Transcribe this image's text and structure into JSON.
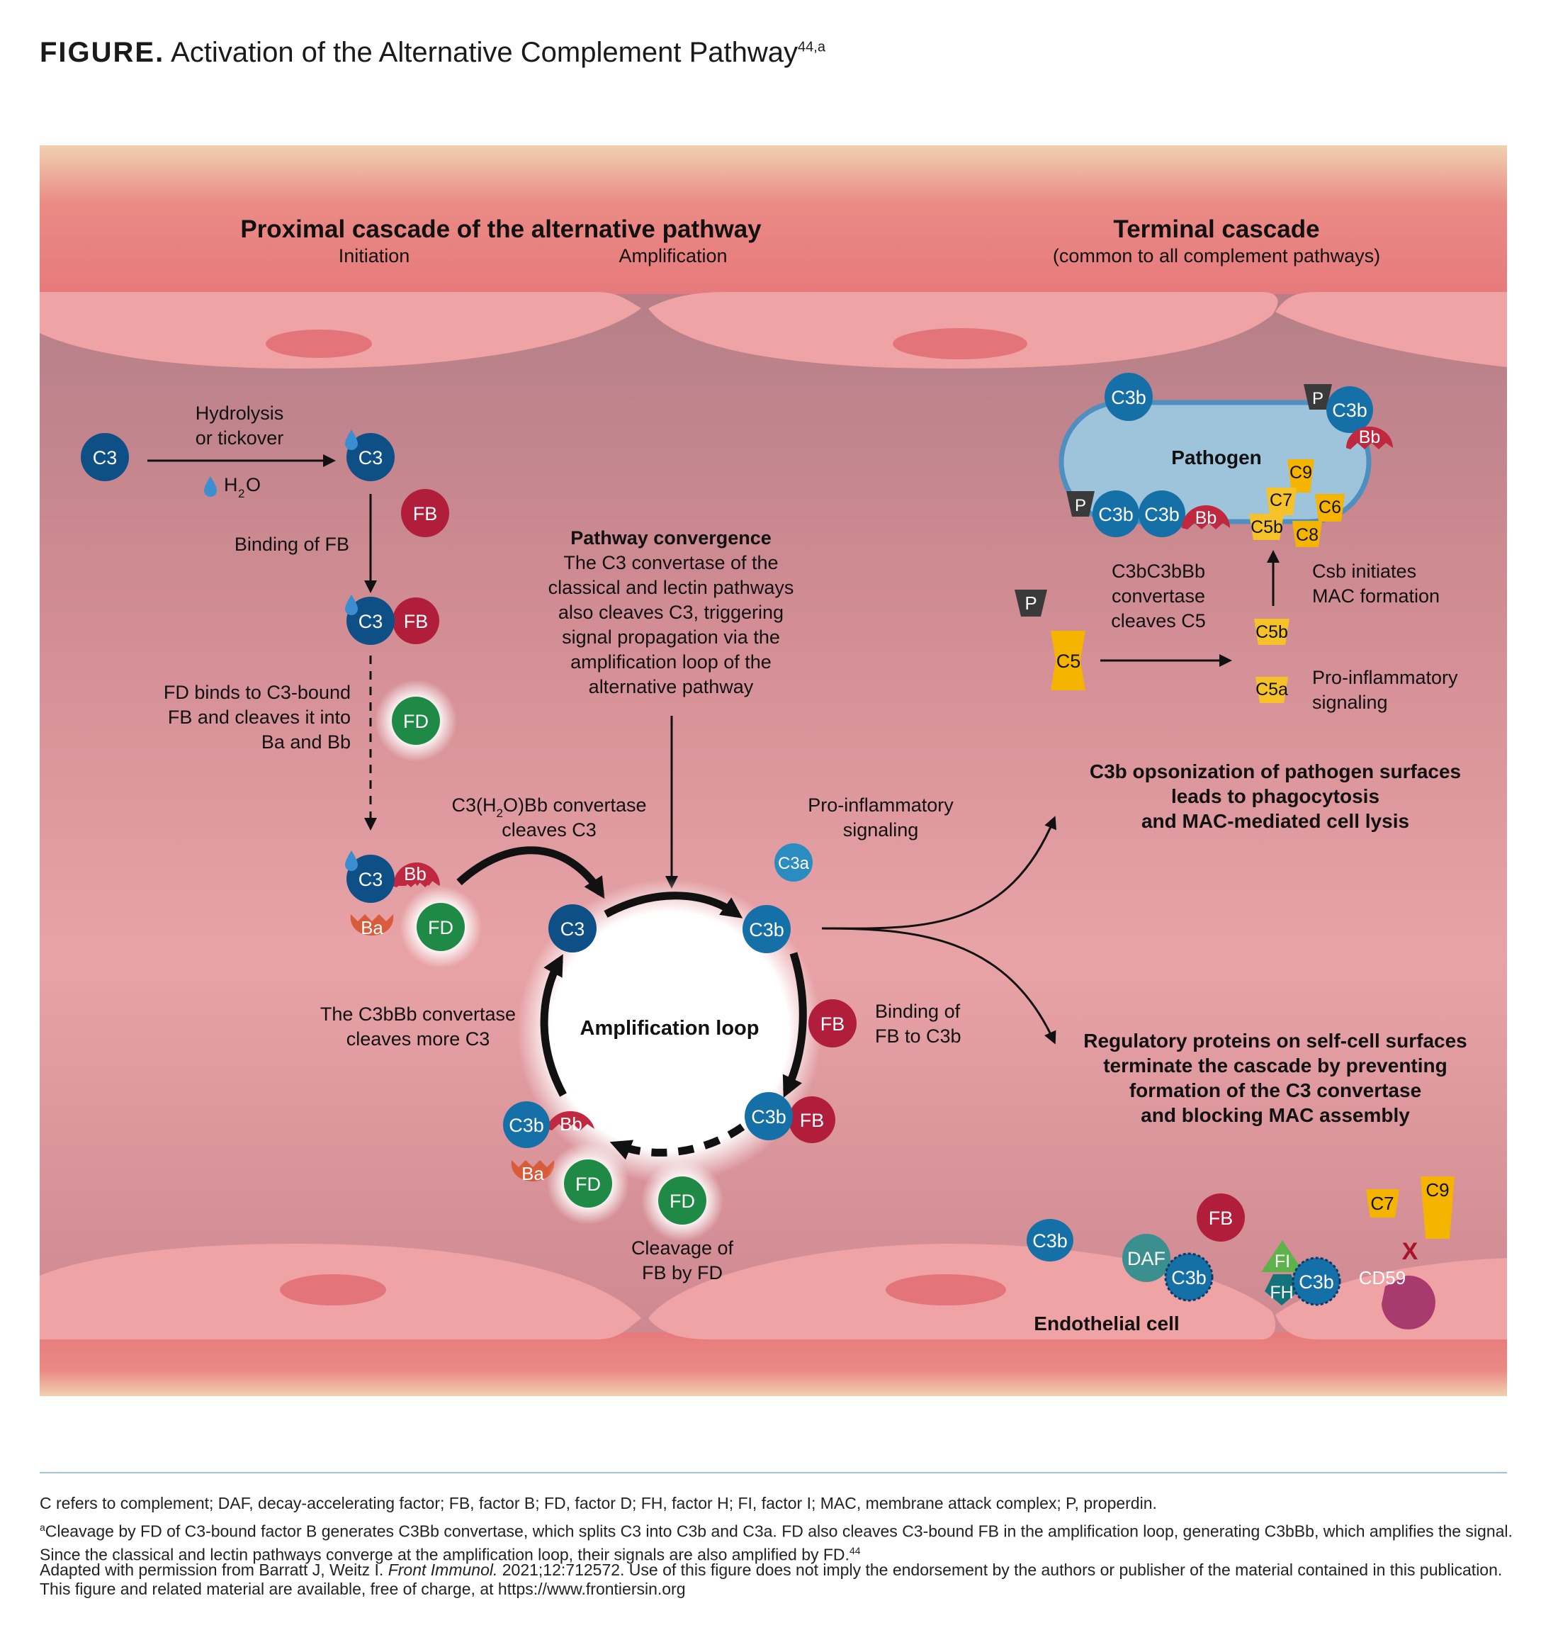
{
  "header": {
    "label": "FIGURE.",
    "title": "Activation of the Alternative Complement Pathway",
    "sup": "44,a"
  },
  "colors": {
    "c3_blue": "#0e4f86",
    "c3b_blue": "#1670a8",
    "fb_red": "#b01e3c",
    "fd_green": "#1e8a45",
    "c5_yellow": "#f5b400",
    "ba_orange": "#d85c3a",
    "properdin": "#3a3a3a",
    "pathogen_fill": "#9ec4dc",
    "pathogen_edge": "#4f8fc0"
  },
  "sections": {
    "proximal_title": "Proximal cascade of the alternative pathway",
    "initiation": "Initiation",
    "amplification": "Amplification",
    "terminal_title": "Terminal cascade",
    "terminal_sub": "(common to all complement pathways)"
  },
  "labels": {
    "hydrolysis_1": "Hydrolysis",
    "hydrolysis_2": "or tickover",
    "water": "H",
    "water_sub": "2",
    "water_o": "O",
    "binding_fb": "Binding of FB",
    "fd_binds_1": "FD binds to C3-bound",
    "fd_binds_2": "FB and cleaves it into",
    "fd_binds_3": "Ba and Bb",
    "conv_title": "Pathway convergence",
    "conv_1": "The C3 convertase of the",
    "conv_2": "classical and lectin pathways",
    "conv_3": "also cleaves C3, triggering",
    "conv_4": "signal propagation via the",
    "conv_5": "amplification loop of the",
    "conv_6": "alternative pathway",
    "h2o_conv_1a": "C3(H",
    "h2o_conv_1b": "2",
    "h2o_conv_1c": "O)Bb convertase",
    "h2o_conv_2": "cleaves C3",
    "proinf_1": "Pro-inflammatory",
    "proinf_2": "signaling",
    "amp_loop": "Amplification loop",
    "c3bbb_1": "The C3bBb convertase",
    "c3bbb_2": "cleaves more C3",
    "bind_fb_c3b_1": "Binding of",
    "bind_fb_c3b_2": "FB to C3b",
    "cleavage_1": "Cleavage of",
    "cleavage_2": "FB by FD",
    "pathogen": "Pathogen",
    "c3bc3bbb_1": "C3bC3bBb",
    "c3bc3bbb_2": "convertase",
    "c3bc3bbb_3": "cleaves C5",
    "csb_1": "Csb initiates",
    "csb_2": "MAC formation",
    "proinf2_1": "Pro-inflammatory",
    "proinf2_2": "signaling",
    "opson_1": "C3b opsonization of pathogen surfaces",
    "opson_2": "leads to phagocytosis",
    "opson_3": "and MAC-mediated cell lysis",
    "reg_1": "Regulatory proteins on self-cell surfaces",
    "reg_2": "terminate the cascade by preventing",
    "reg_3": "formation of the C3 convertase",
    "reg_4": "and blocking MAC assembly",
    "endothelial": "Endothelial cell",
    "x_mark": "X"
  },
  "molecules": {
    "c3": "C3",
    "c3b": "C3b",
    "c3a": "C3a",
    "fb": "FB",
    "fd": "FD",
    "bb": "Bb",
    "ba": "Ba",
    "p": "P",
    "c5": "C5",
    "c5a": "C5a",
    "c5b": "C5b",
    "c6": "C6",
    "c7": "C7",
    "c8": "C8",
    "c9": "C9",
    "daf": "DAF",
    "fi": "FI",
    "fh": "FH",
    "cd59": "CD59"
  },
  "footnotes": {
    "abbrev": "C refers to complement; DAF, decay-accelerating factor; FB, factor B; FD, factor D; FH, factor H; FI, factor I; MAC, membrane attack complex; P, properdin.",
    "a_mark": "a",
    "a_text": "Cleavage by FD of C3-bound factor B generates C3Bb convertase, which splits C3 into C3b and C3a. FD also cleaves C3-bound FB in the amplification loop, generating C3bBb, which amplifies the signal. Since the classical and lectin pathways converge at the amplification loop, their signals are also amplified by FD.",
    "a_ref": "44",
    "adapted_1": "Adapted with permission from Barratt J, Weitz I.",
    "adapted_journal": "Front Immunol.",
    "adapted_2": "2021;12:712572. Use of this figure does not imply the endorsement by the authors or publisher of the material contained in this publication. This figure and related material are available, free of charge, at https://www.frontiersin.org"
  }
}
